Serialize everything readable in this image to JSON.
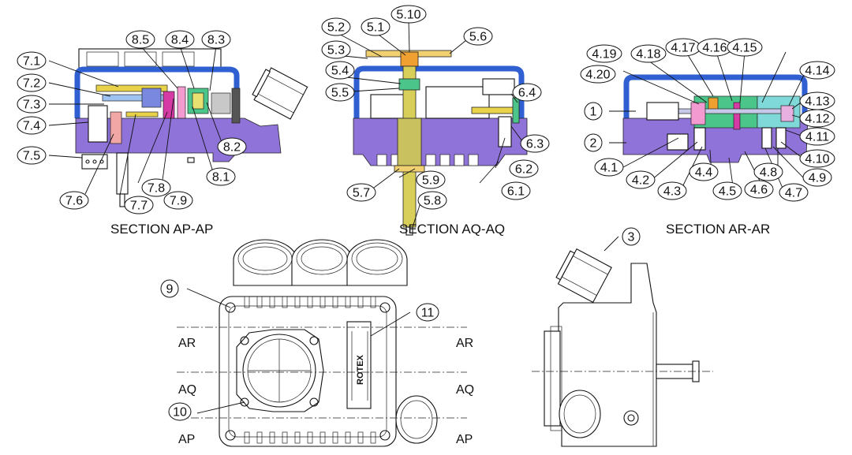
{
  "sections": {
    "ap": "SECTION AP-AP",
    "aq": "SECTION AQ-AQ",
    "ar": "SECTION AR-AR"
  },
  "labels": {
    "ap_left": [
      "7.1",
      "7.2",
      "7.3",
      "7.4",
      "7.5"
    ],
    "ap_top": [
      "8.5",
      "8.4",
      "8.3"
    ],
    "ap_bottom": [
      "7.6",
      "7.7",
      "7.8",
      "7.9",
      "8.1",
      "8.2"
    ],
    "aq_top": [
      "5.2",
      "5.1",
      "5.10",
      "5.3",
      "5.6",
      "5.4",
      "5.5"
    ],
    "aq_right": [
      "6.4",
      "6.3",
      "6.2",
      "6.1"
    ],
    "aq_bottom": [
      "5.7",
      "5.9",
      "5.8"
    ],
    "ar_top": [
      "4.19",
      "4.18",
      "4.17",
      "4.16",
      "4.15",
      "4.20",
      "4.14"
    ],
    "ar_left": [
      "1",
      "2",
      "4.1",
      "4.2",
      "4.3",
      "4.4"
    ],
    "ar_right": [
      "4.13",
      "4.12",
      "4.11",
      "4.10",
      "4.9"
    ],
    "ar_bottom": [
      "4.5",
      "4.6",
      "4.7",
      "4.8"
    ],
    "front": [
      "9",
      "11",
      "10"
    ],
    "side": [
      "3"
    ]
  },
  "cut_marks": {
    "ar": "AR",
    "aq": "AQ",
    "ap": "AP"
  },
  "nameplate_brand": "ROTEX",
  "colors": {
    "housing_blue": "#2f5fd0",
    "base_purple": "#8f73d8",
    "shaft_yellow": "#e8d24a",
    "part_magenta": "#d63aa4",
    "part_green": "#4cc58a",
    "part_cyan": "#7fd9d9",
    "part_orange": "#f0a030"
  }
}
